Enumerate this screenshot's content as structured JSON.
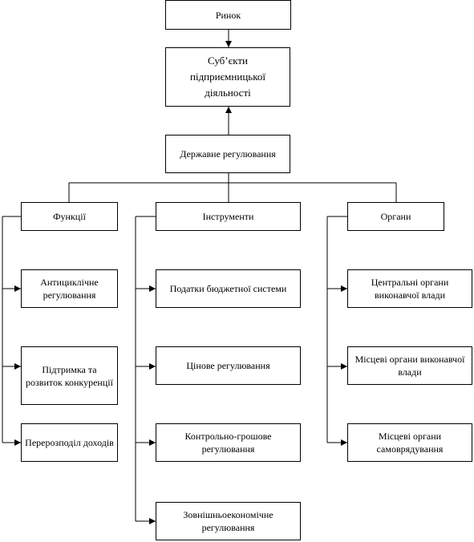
{
  "market": "Ринок",
  "subjects": "Суб’єкти підприємницької діяльності",
  "state_regulation": "Державне регулювання",
  "functions": {
    "title": "Функції",
    "items": [
      "Антициклічне регулювання",
      "Підтримка та розвиток конкуренції",
      "Перерозподіл доходів"
    ]
  },
  "instruments": {
    "title": "Інструменти",
    "items": [
      "Податки бюджетної системи",
      "Цінове регулювання",
      "Контрольно-грошове регулювання",
      "Зовнішньоекономічне регулювання"
    ]
  },
  "organs": {
    "title": "Органи",
    "items": [
      "Центральні органи виконавчої влади",
      "Місцеві органи виконавчої влади",
      "Місцеві органи самоврядування"
    ]
  }
}
